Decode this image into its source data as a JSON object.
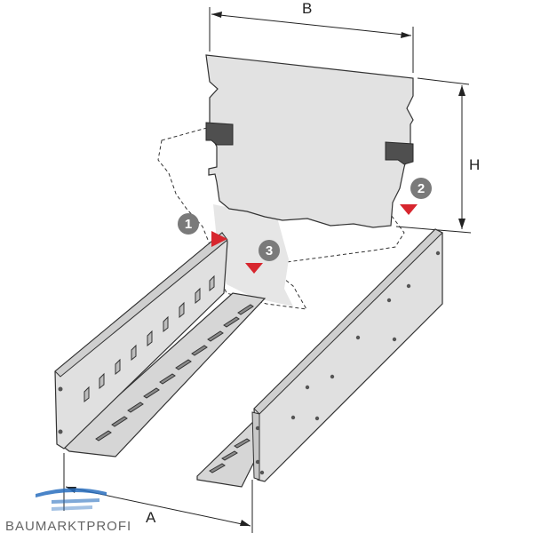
{
  "dimensions": {
    "width_label": "B",
    "height_label": "H",
    "depth_label": "A"
  },
  "steps": [
    "1",
    "2",
    "3"
  ],
  "brand": {
    "name": "BAUMARKTPROFI",
    "logo_color": "#2a6fbf"
  },
  "colors": {
    "panel": "#e2e2e2",
    "rail": "#d8d8d8",
    "marker": "#d7262e",
    "badge": "#7a7a7a",
    "clip": "#4f4f4f"
  }
}
